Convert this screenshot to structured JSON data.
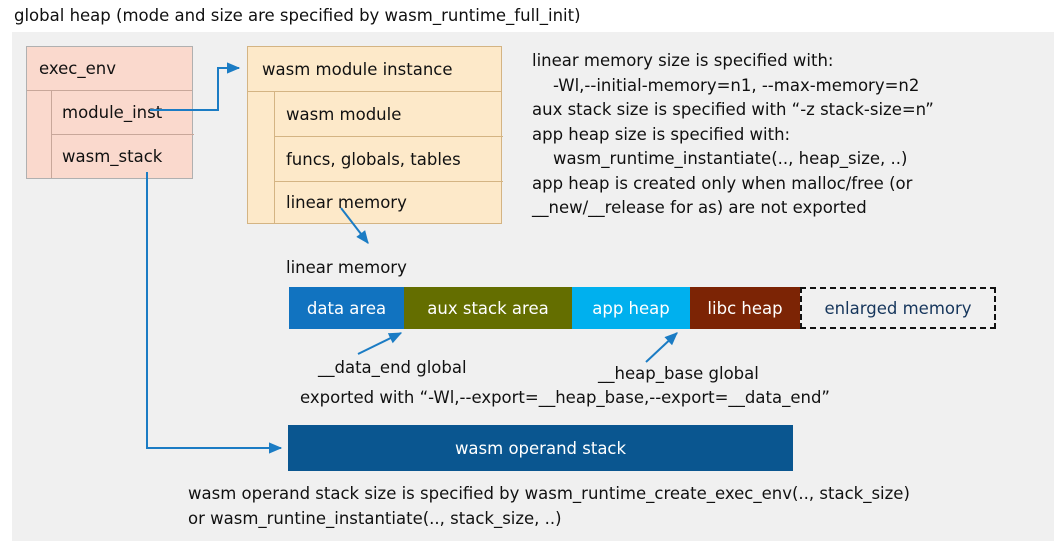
{
  "page": {
    "title": "global heap (mode and size are specified by wasm_runtime_full_init)",
    "panel_bg": "#f0f0f0",
    "background": "#ffffff"
  },
  "exec_env": {
    "title": "exec_env",
    "fill": "#fad9cd",
    "border": "#b0b0b0",
    "rows": [
      {
        "label": "module_inst"
      },
      {
        "label": "wasm_stack"
      }
    ]
  },
  "module_instance": {
    "title": "wasm module instance",
    "fill": "#fde9c9",
    "border": "#d4b483",
    "rows": [
      {
        "label": "wasm module"
      },
      {
        "label": "funcs, globals, tables"
      },
      {
        "label": "linear memory"
      }
    ]
  },
  "memory_notes": {
    "text": "linear memory size is specified with:\n    -Wl,--initial-memory=n1, --max-memory=n2\naux stack size is specified with “-z stack-size=n”\napp heap size is specified with:\n    wasm_runtime_instantiate(.., heap_size, ..)\napp heap is created only when malloc/free (or\n__new/__release for as) are not exported"
  },
  "linear_memory": {
    "label": "linear memory",
    "segments": [
      {
        "label": "data area",
        "color": "#1173c0",
        "text_color": "#ffffff",
        "width": 115,
        "style": "solid"
      },
      {
        "label": "aux stack area",
        "color": "#646e00",
        "text_color": "#ffffff",
        "width": 168,
        "style": "solid"
      },
      {
        "label": "app heap",
        "color": "#00b0ee",
        "text_color": "#ffffff",
        "width": 118,
        "style": "solid"
      },
      {
        "label": "libc heap",
        "color": "#7c2405",
        "text_color": "#ffffff",
        "width": 110,
        "style": "solid"
      },
      {
        "label": "enlarged memory",
        "color": "transparent",
        "text_color": "#16365c",
        "width": 196,
        "style": "dashed"
      }
    ]
  },
  "callouts": {
    "data_end": "__data_end global",
    "heap_base": "__heap_base global",
    "export_note": "exported with “-Wl,--export=__heap_base,--export=__data_end”"
  },
  "operand_stack": {
    "label": "wasm operand stack",
    "color": "#0a5690",
    "text_color": "#ffffff",
    "notes": "wasm operand stack size is specified by wasm_runtime_create_exec_env(.., stack_size)\nor wasm_runtine_instantiate(.., stack_size, ..)"
  },
  "connectors": {
    "color": "#1b7cc4",
    "items": [
      {
        "name": "module-inst-to-module-instance",
        "kind": "elbow-arrow"
      },
      {
        "name": "wasm-stack-to-operand-stack",
        "kind": "elbow-arrow"
      },
      {
        "name": "linear-memory-to-bar",
        "kind": "diagonal-arrow"
      },
      {
        "name": "data-end-pointer",
        "kind": "diagonal-arrow"
      },
      {
        "name": "heap-base-pointer",
        "kind": "diagonal-arrow"
      }
    ]
  }
}
